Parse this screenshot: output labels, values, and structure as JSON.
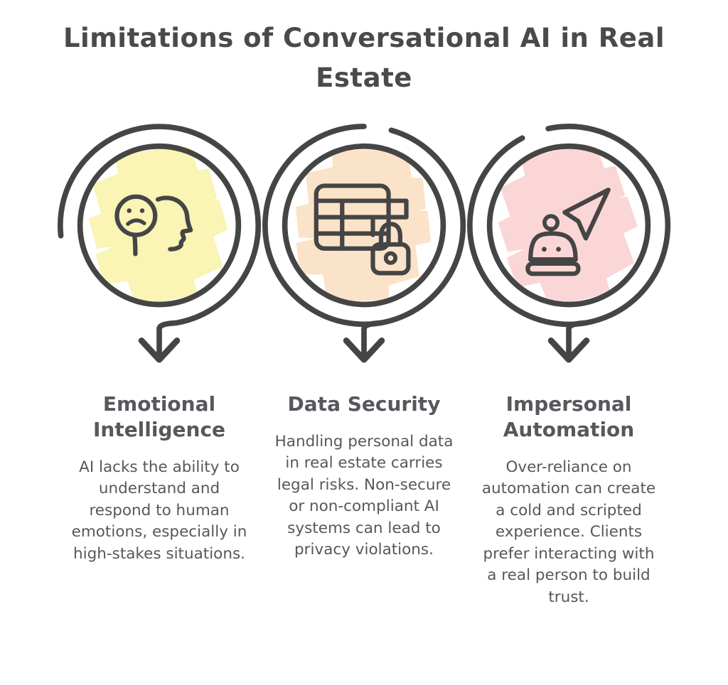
{
  "title": "Limitations of Conversational AI in Real Estate",
  "colors": {
    "ink": "#454545",
    "title_text": "#4a4a4a",
    "body_text": "#55585c",
    "background": "#ffffff"
  },
  "items": [
    {
      "heading": "Emotional Intelligence",
      "body": "AI lacks the ability to understand and respond to human emotions, especially in high-stakes situations.",
      "fill_color": "#faf4b5",
      "icon": "sad-face-with-head-profile"
    },
    {
      "heading": "Data Security",
      "body": "Handling personal data in real estate carries legal risks. Non-secure or non-compliant AI systems can lead to privacy violations.",
      "fill_color": "#fbe3c9",
      "icon": "data-table-with-lock"
    },
    {
      "heading": "Impersonal Automation",
      "body": "Over-reliance on automation can create a cold and scripted experience. Clients prefer interacting with a real person to build trust.",
      "fill_color": "#fbd6d6",
      "icon": "robot-with-cursor"
    }
  ]
}
